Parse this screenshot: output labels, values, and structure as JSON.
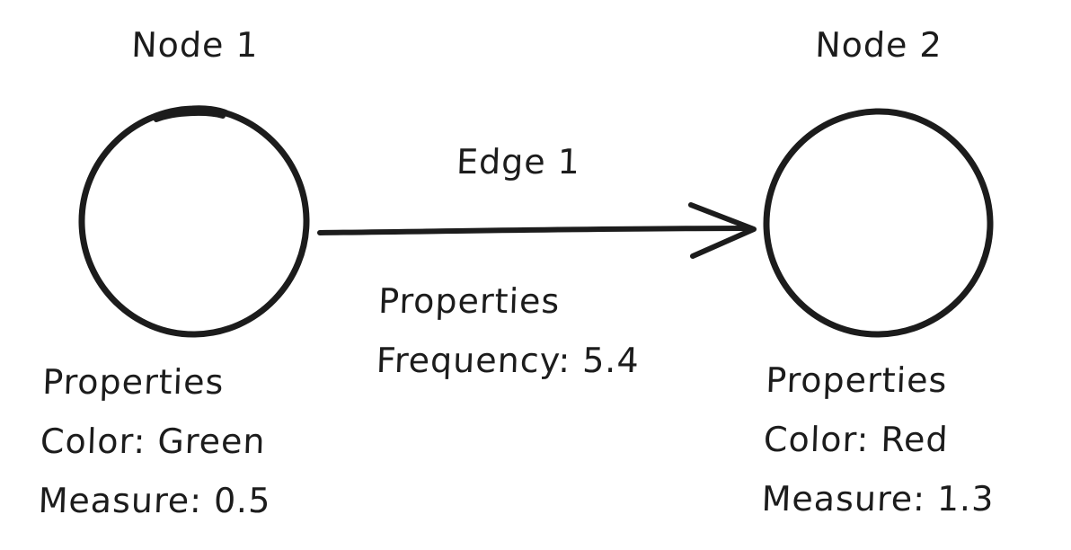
{
  "diagram": {
    "background_color": "#ffffff",
    "ink_color": "#1c1c1c",
    "nodes": [
      {
        "label": "Node 1",
        "properties_title": "Properties",
        "properties": [
          "Color: Green",
          "Measure: 0.5"
        ]
      },
      {
        "label": "Node 2",
        "properties_title": "Properties",
        "properties": [
          "Color: Red",
          "Measure: 1.3"
        ]
      }
    ],
    "edge": {
      "label": "Edge 1",
      "properties_title": "Properties",
      "properties": [
        "Frequency: 5.4"
      ]
    }
  }
}
